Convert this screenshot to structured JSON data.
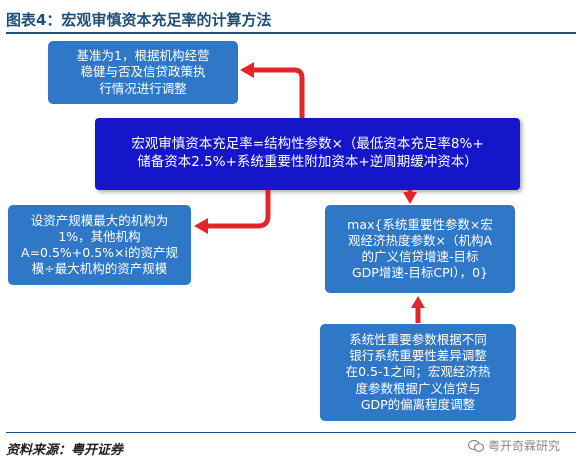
{
  "title": "图表4：宏观审慎资本充足率的计算方法",
  "main_formula": {
    "line1": "宏观审慎资本充足率=结构性参数×（最低资本充足率8%+",
    "line2": "储备资本2.5%+系统重要性附加资本+逆周期缓冲资本）"
  },
  "note_top": {
    "line1": "基准为1，根据机构经营",
    "line2": "稳健与否及信贷政策执",
    "line3": "行情况进行调整"
  },
  "note_left": {
    "line1": "设资产规模最大的机构为",
    "line2": "1%，其他机构",
    "line3": "A=0.5%+0.5%×i的资产规",
    "line4": "模÷最大机构的资产规模"
  },
  "note_right": {
    "line1": "max{系统重要性参数×宏",
    "line2": "观经济热度参数×（机构A",
    "line3": "的广义信贷增速-目标",
    "line4": "GDP增速-目标CPI），0}"
  },
  "note_bottom": {
    "line1": "系统性重要参数根据不同",
    "line2": "银行系统重要性差异调整",
    "line3": "在0.5-1之间；宏观经济热",
    "line4": "度参数根据广义信贷与",
    "line5": "GDP的偏离程度调整"
  },
  "source": "资料来源：粤开证券",
  "watermark": "粤开奇霖研究",
  "colors": {
    "main_box": "#1515c9",
    "note_box": "#2f78c8",
    "arrow": "#e3262b",
    "title": "#1f4e79"
  }
}
